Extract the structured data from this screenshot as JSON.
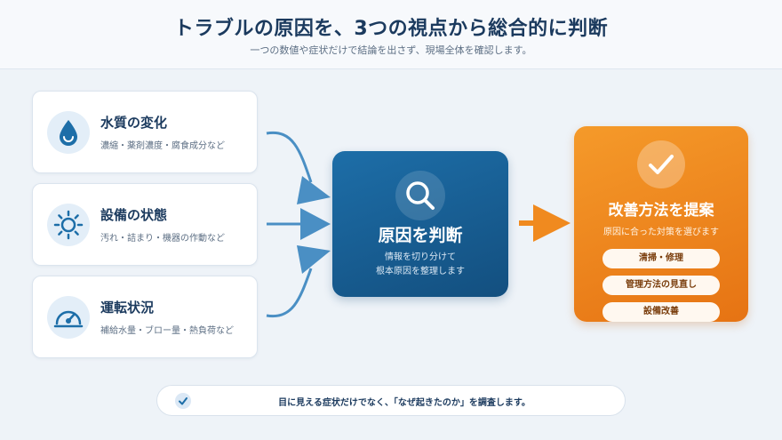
{
  "header": {
    "title": "トラブルの原因を、3つの視点から総合的に判断",
    "subtitle": "一つの数値や症状だけで結論を出さず、現場全体を確認します。"
  },
  "factors": [
    {
      "icon": "water-drop-icon",
      "title": "水質の変化",
      "desc": "濃縮・薬剤濃度・腐食成分など"
    },
    {
      "icon": "gear-sun-icon",
      "title": "設備の状態",
      "desc": "汚れ・詰まり・機器の作動など"
    },
    {
      "icon": "gauge-icon",
      "title": "運転状況",
      "desc": "補給水量・ブロー量・熱負荷など"
    }
  ],
  "center": {
    "icon": "magnifier-icon",
    "title": "原因を判断",
    "desc_line1": "情報を切り分けて",
    "desc_line2": "根本原因を整理します"
  },
  "result": {
    "icon": "check-icon",
    "title": "改善方法を提案",
    "desc": "原因に合った対策を選びます",
    "actions": [
      "清掃・修理",
      "管理方法の見直し",
      "設備改善"
    ]
  },
  "footer": {
    "icon": "check-icon",
    "text": "目に見える症状だけでなく、「なぜ起きたのか」を調査します。"
  },
  "colors": {
    "navy": "#1b3a5e",
    "blue": "#1d6ea8",
    "orange": "#f08a1f",
    "arrow_blue": "#4a8fc4"
  }
}
